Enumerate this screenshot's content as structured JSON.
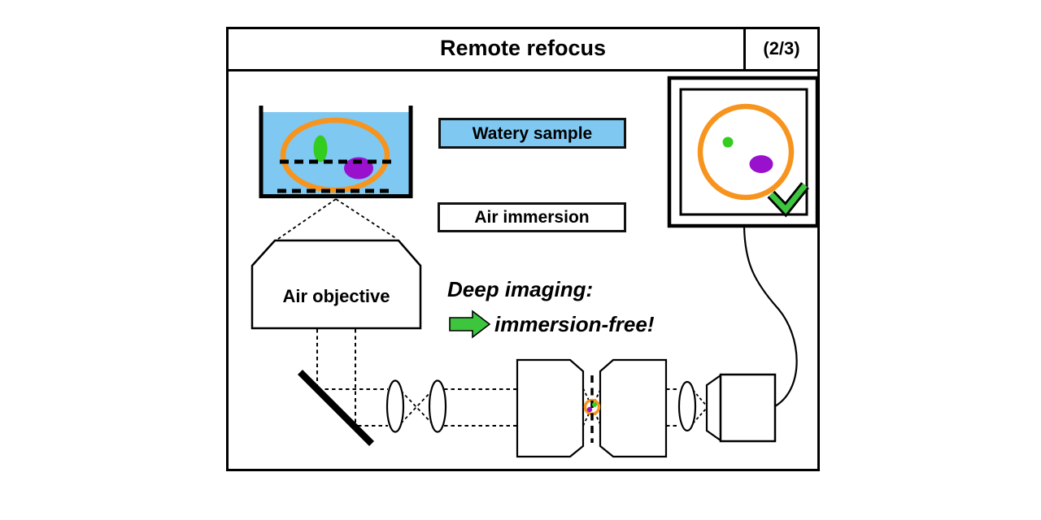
{
  "header": {
    "title": "Remote refocus",
    "page_indicator": "(2/3)"
  },
  "annotations": {
    "sample_label": "Watery sample",
    "immersion_label": "Air immersion",
    "objective_label": "Air objective",
    "deep_imaging_heading": "Deep imaging:",
    "deep_imaging_note": "immersion-free!"
  },
  "icons": [
    "green-arrow-icon",
    "checkmark-icon"
  ],
  "colors": {
    "water-blue": "#7ec8f2",
    "cell-orange": "#f7941e",
    "organelle-green": "#32cd1e",
    "organelle-purple": "#9911cc",
    "accent-green": "#3ec53e",
    "ink": "#000000"
  }
}
